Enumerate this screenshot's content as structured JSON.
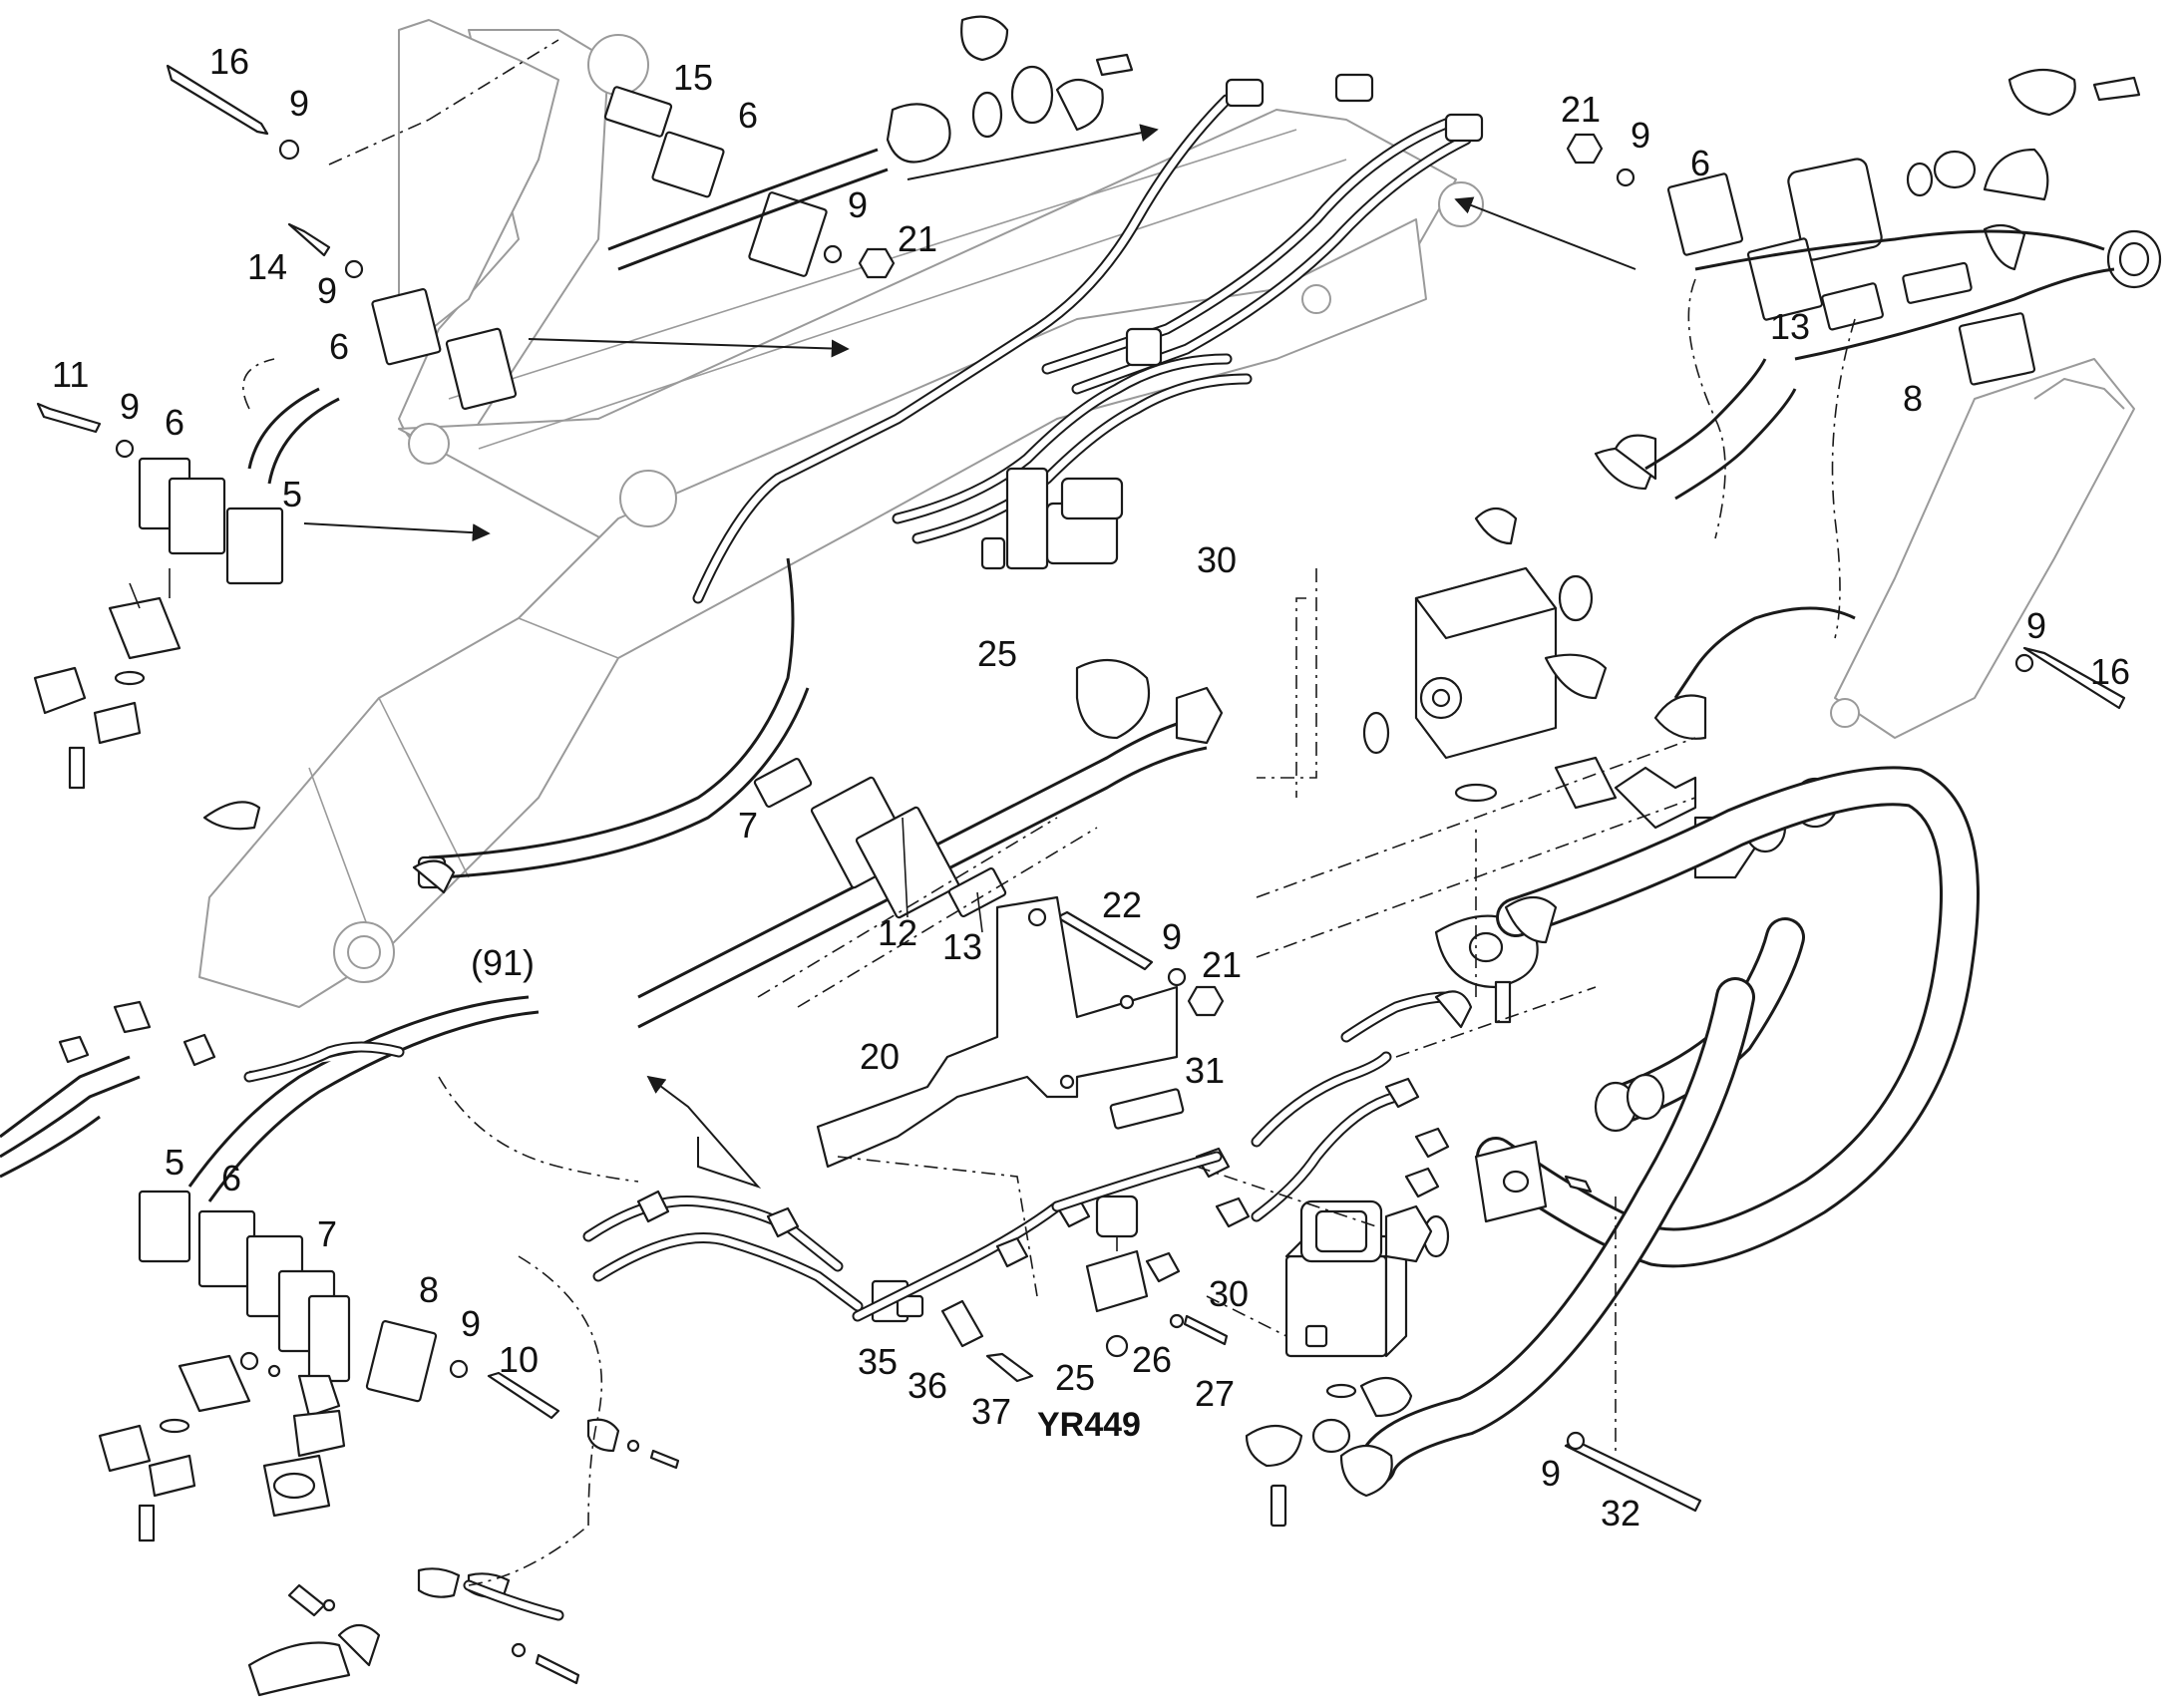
{
  "drawing_code": "YR449",
  "callouts": {
    "c16_top": "16",
    "c9_top": "9",
    "c15": "15",
    "c6_top": "6",
    "c9_mid": "9",
    "c21_mid": "21",
    "c14": "14",
    "c9_14": "9",
    "c6_14": "6",
    "c11": "11",
    "c9_11": "9",
    "c6_11": "6",
    "c5_11": "5",
    "c21_r": "21",
    "c9_r": "9",
    "c6_r": "6",
    "c13_r": "13",
    "c8_r": "8",
    "c9_r2": "9",
    "c16_r": "16",
    "c30_top": "30",
    "c25_top": "25",
    "c91": "(91)",
    "c7_mid": "7",
    "c12": "12",
    "c13_mid": "13",
    "c22": "22",
    "c9_22": "9",
    "c21_22": "21",
    "c20": "20",
    "c31": "31",
    "c5_bot": "5",
    "c6_bot": "6",
    "c7_bot": "7",
    "c8_bot": "8",
    "c9_bot": "9",
    "c10": "10",
    "c35": "35",
    "c36": "36",
    "c37": "37",
    "c25_bot": "25",
    "c26": "26",
    "c27": "27",
    "c30_bot": "30",
    "c9_bot2": "9",
    "c32": "32"
  }
}
